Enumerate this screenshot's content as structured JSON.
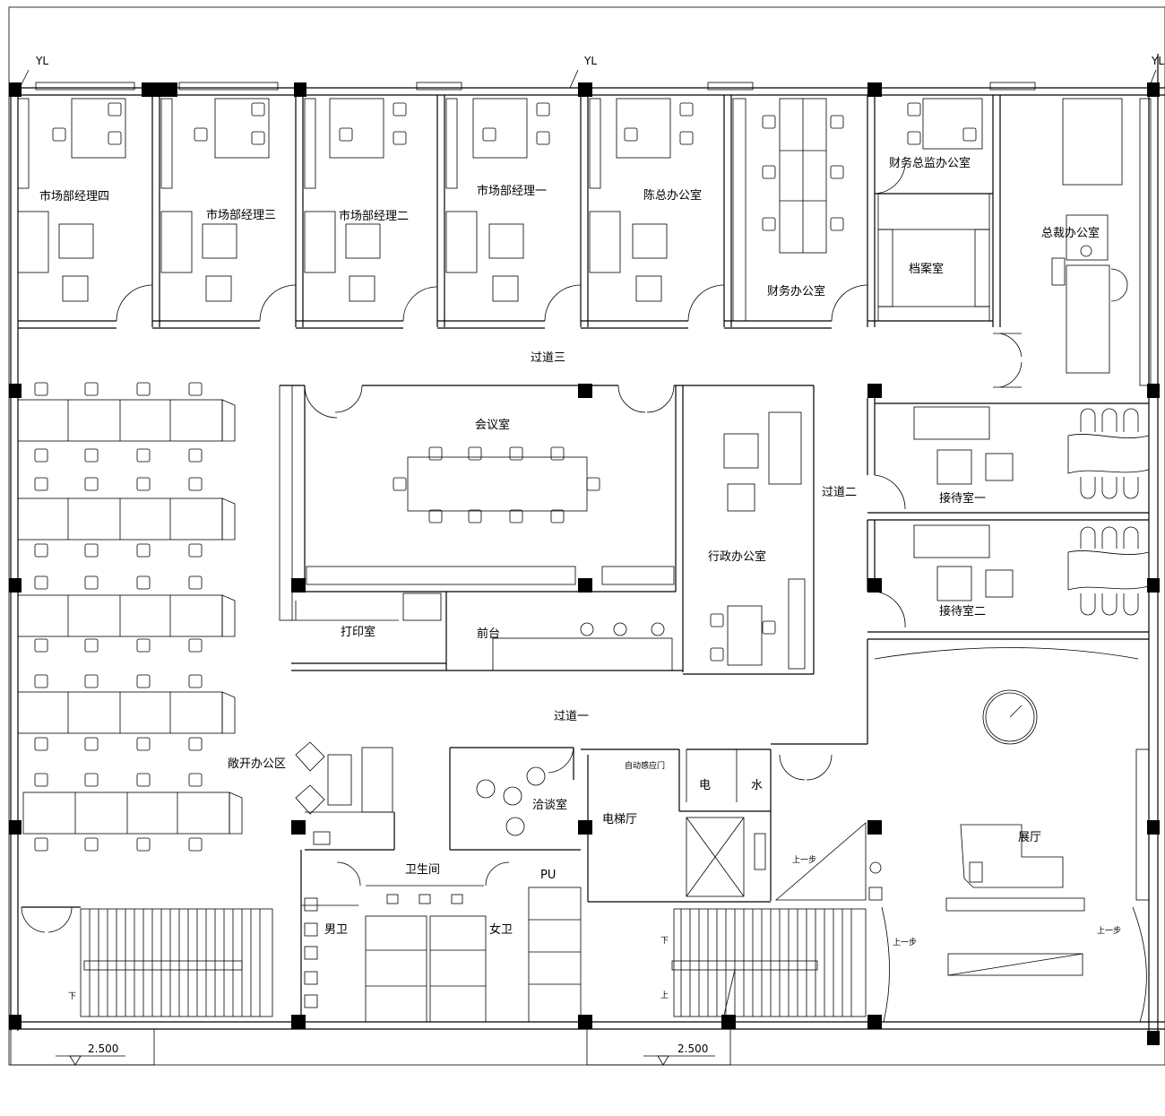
{
  "plan": {
    "axis_tags": [
      "YL",
      "YL",
      "YL"
    ],
    "elevations": [
      "2.500",
      "2.500"
    ],
    "rooms": {
      "market_mgr_4": "市场部经理四",
      "market_mgr_3": "市场部经理三",
      "market_mgr_2": "市场部经理二",
      "market_mgr_1": "市场部经理一",
      "chen_office": "陈总办公室",
      "finance_office": "财务办公室",
      "finance_director": "财务总监办公室",
      "archive": "档案室",
      "president_office": "总裁办公室",
      "corridor_3": "过道三",
      "meeting_room": "会议室",
      "admin_office": "行政办公室",
      "corridor_2": "过道二",
      "reception_1": "接待室一",
      "reception_2": "接待室二",
      "print_room": "打印室",
      "front_desk": "前台",
      "corridor_1": "过道一",
      "open_office": "敞开办公区",
      "negotiation": "洽谈室",
      "elevator_hall": "电梯厅",
      "elevator_door": "自动感应门",
      "electric": "电",
      "water": "水",
      "exhibition": "展厅",
      "restroom": "卫生间",
      "mens": "男卫",
      "womens": "女卫",
      "pu": "PU"
    },
    "stair_marks": {
      "down_left": "下",
      "down_right": "下",
      "up_right": "上",
      "step_up_1": "上一步",
      "step_up_2": "上一步",
      "step_up_3": "上一步"
    }
  }
}
